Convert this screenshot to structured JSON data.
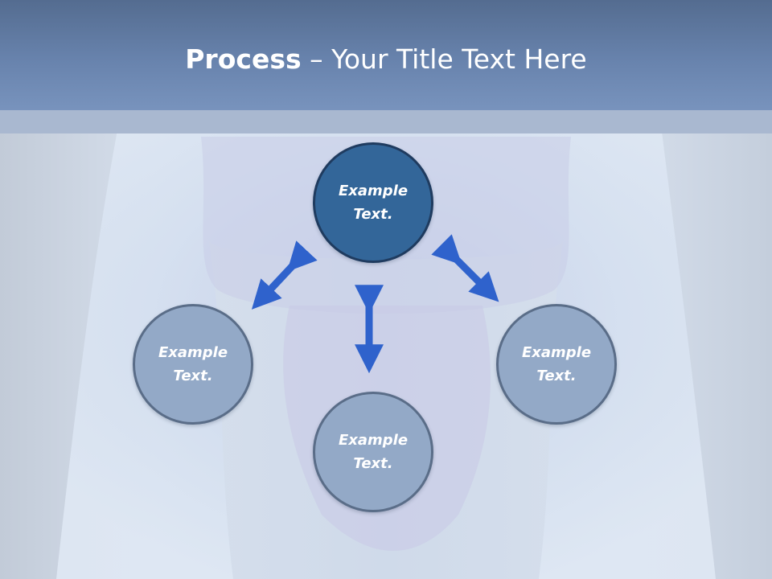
{
  "slide": {
    "title_bold": "Process",
    "title_rest": " – Your Title Text Here"
  },
  "diagram": {
    "nodes": [
      {
        "id": "top",
        "text": "Example\nText."
      },
      {
        "id": "left",
        "text": "Example\nText."
      },
      {
        "id": "bottom",
        "text": "Example\nText."
      },
      {
        "id": "right",
        "text": "Example\nText."
      }
    ],
    "edges": [
      {
        "from": "top",
        "to": "left",
        "style": "double-arrow"
      },
      {
        "from": "top",
        "to": "right",
        "style": "double-arrow"
      },
      {
        "from": "top",
        "to": "bottom",
        "style": "double-arrow"
      }
    ]
  },
  "colors": {
    "arrow": "#2f62cc",
    "top_node_fill": "#336699",
    "node_fill": "#93a9c7",
    "header": "#6883ad"
  }
}
